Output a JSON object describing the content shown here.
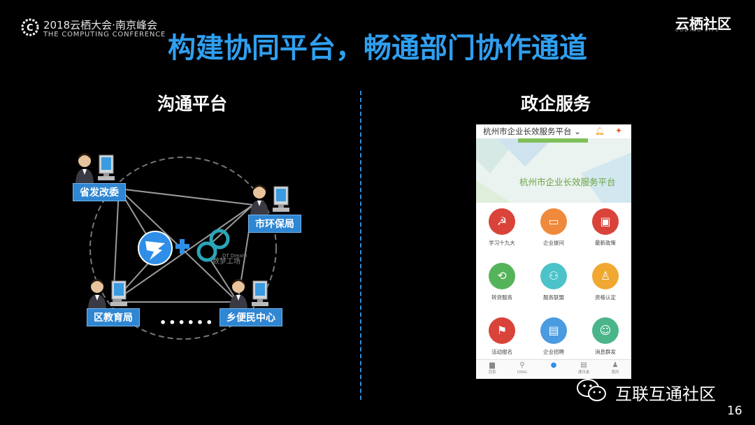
{
  "header": {
    "conference_line1": "2018云栖大会·南京峰会",
    "conference_line2": "THE COMPUTING CONFERENCE",
    "brand": "云栖社区",
    "brand_sub": "CODING LIFE",
    "title": "构建协同平台，畅通部门协作通道"
  },
  "left": {
    "title": "沟通平台",
    "nodes": [
      "省发改委",
      "市环保局",
      "区教育局",
      "乡便民中心"
    ],
    "ellipsis": "••••••",
    "logo_caption": "数梦工场",
    "logo_caption_en": "DT Dream"
  },
  "right": {
    "title": "政企服务",
    "app_title": "杭州市企业长效服务平台 ⌄",
    "banner_text": "杭州市企业长效服务平台",
    "tiles": [
      {
        "label": "学习十九大",
        "color": "#d9433a",
        "icon": "☭"
      },
      {
        "label": "企业提问",
        "color": "#ef8a3c",
        "icon": "▭"
      },
      {
        "label": "最新政策",
        "color": "#d9433a",
        "icon": "▣"
      },
      {
        "label": "转贷服务",
        "color": "#55b35a",
        "icon": "⟲"
      },
      {
        "label": "服务联盟",
        "color": "#4cc3c8",
        "icon": "⚇"
      },
      {
        "label": "资格认定",
        "color": "#f0a830",
        "icon": "♙"
      },
      {
        "label": "活动报名",
        "color": "#d9433a",
        "icon": "⚑"
      },
      {
        "label": "企业招聘",
        "color": "#4a9be0",
        "icon": "▤"
      },
      {
        "label": "消息群发",
        "color": "#4bb58a",
        "icon": "☺"
      }
    ],
    "tabs": [
      {
        "label": "消息",
        "icon": "▆"
      },
      {
        "label": "DING",
        "icon": "⚲"
      },
      {
        "label": "",
        "icon": "●"
      },
      {
        "label": "通讯录",
        "icon": "▤"
      },
      {
        "label": "我的",
        "icon": "♟"
      }
    ]
  },
  "watermark": "互联互通社区",
  "page_number": "16"
}
